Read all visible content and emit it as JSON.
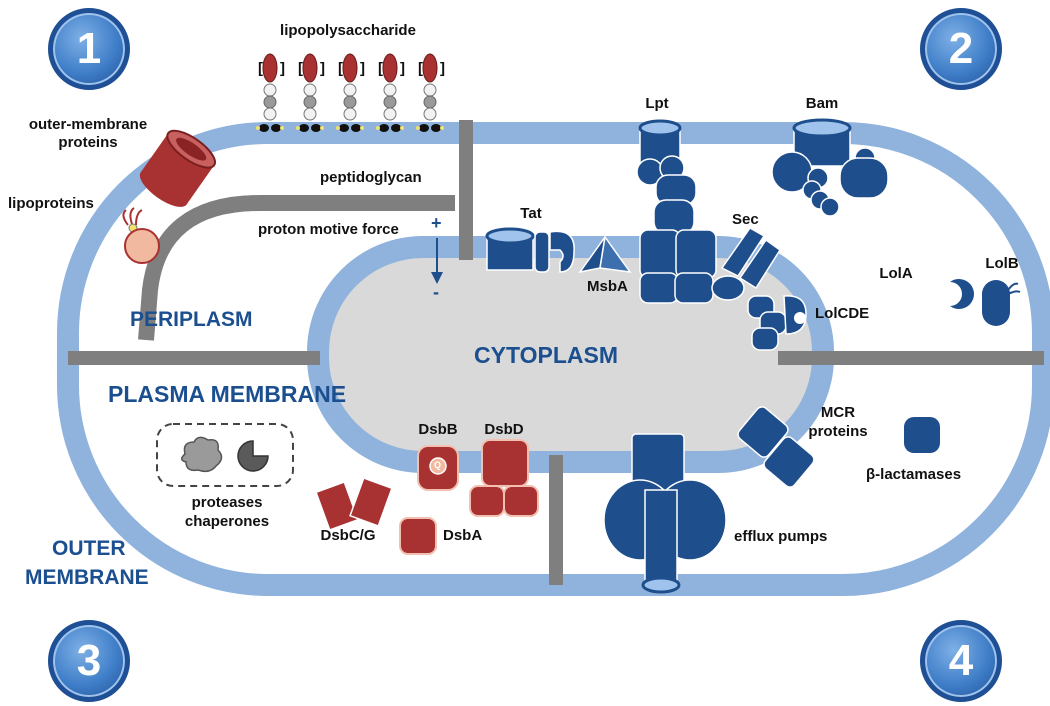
{
  "badges": [
    "1",
    "2",
    "3",
    "4"
  ],
  "regions": {
    "periplasm": "PERIPLASM",
    "plasma_membrane": "PLASMA MEMBRANE",
    "cytoplasm": "CYTOPLASM",
    "outer_membrane_line1": "OUTER",
    "outer_membrane_line2": "MEMBRANE"
  },
  "labels": {
    "lipopolysaccharide": "lipopolysaccharide",
    "outer_membrane_proteins_1": "outer-membrane",
    "outer_membrane_proteins_2": "proteins",
    "lipoproteins": "lipoproteins",
    "peptidoglycan": "peptidoglycan",
    "proton_motive_force": "proton motive force",
    "plus": "+",
    "minus": "-",
    "lpt": "Lpt",
    "bam": "Bam",
    "tat": "Tat",
    "msba": "MsbA",
    "sec": "Sec",
    "lola": "LolA",
    "lolb": "LolB",
    "lolcde": "LolCDE",
    "proteases": "proteases",
    "chaperones": "chaperones",
    "dsbb": "DsbB",
    "dsbd": "DsbD",
    "dsbcg": "DsbC/G",
    "dsba": "DsbA",
    "quinone": "Q",
    "mcr_1": "MCR",
    "mcr_2": "proteins",
    "beta_lactamases": "β-lactamases",
    "efflux_pumps": "efflux pumps"
  },
  "colors": {
    "membrane": "#8fb3dc",
    "cytoplasm": "#d9d9d9",
    "protein_blue": "#1f4e8c",
    "protein_red": "#a83232",
    "divider": "#7f7f7f",
    "region_text": "#1b4f8f"
  }
}
